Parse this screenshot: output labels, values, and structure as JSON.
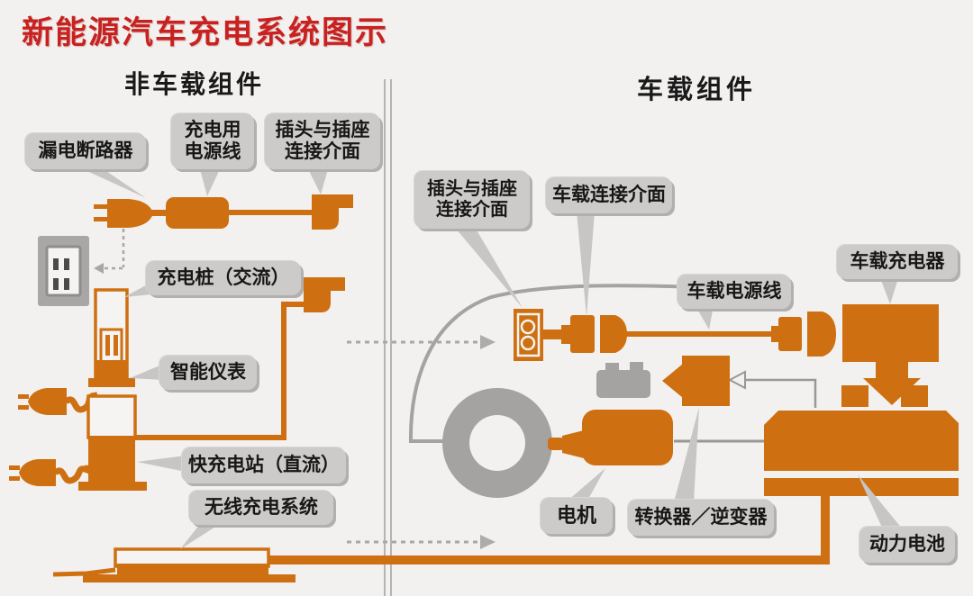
{
  "title": "新能源汽车充电系统图示",
  "sections": {
    "left": "非车载组件",
    "right": "车载组件"
  },
  "labels": {
    "leak_breaker": "漏电断路器",
    "charge_cable": {
      "line1": "充电用",
      "line2": "电源线"
    },
    "plug_socket_left": {
      "line1": "插头与插座",
      "line2": "连接介面"
    },
    "ac_pile": "充电桩（交流）",
    "smart_meter": "智能仪表",
    "dc_station": "快充电站（直流）",
    "wireless": "无线充电系统",
    "plug_socket_right": {
      "line1": "插头与插座",
      "line2": "连接介面"
    },
    "vehicle_interface": "车载连接介面",
    "vehicle_cable": "车载电源线",
    "onboard_charger": "车载充电器",
    "motor": "电机",
    "converter": "转换器／逆变器",
    "power_battery": "动力电池"
  },
  "colors": {
    "accent_orange": "#ce7011",
    "component_gray": "#a5a3a1",
    "title_red": "#c8211f",
    "bubble_gray": "#cdcbc9",
    "background": "#f3f1ef"
  }
}
